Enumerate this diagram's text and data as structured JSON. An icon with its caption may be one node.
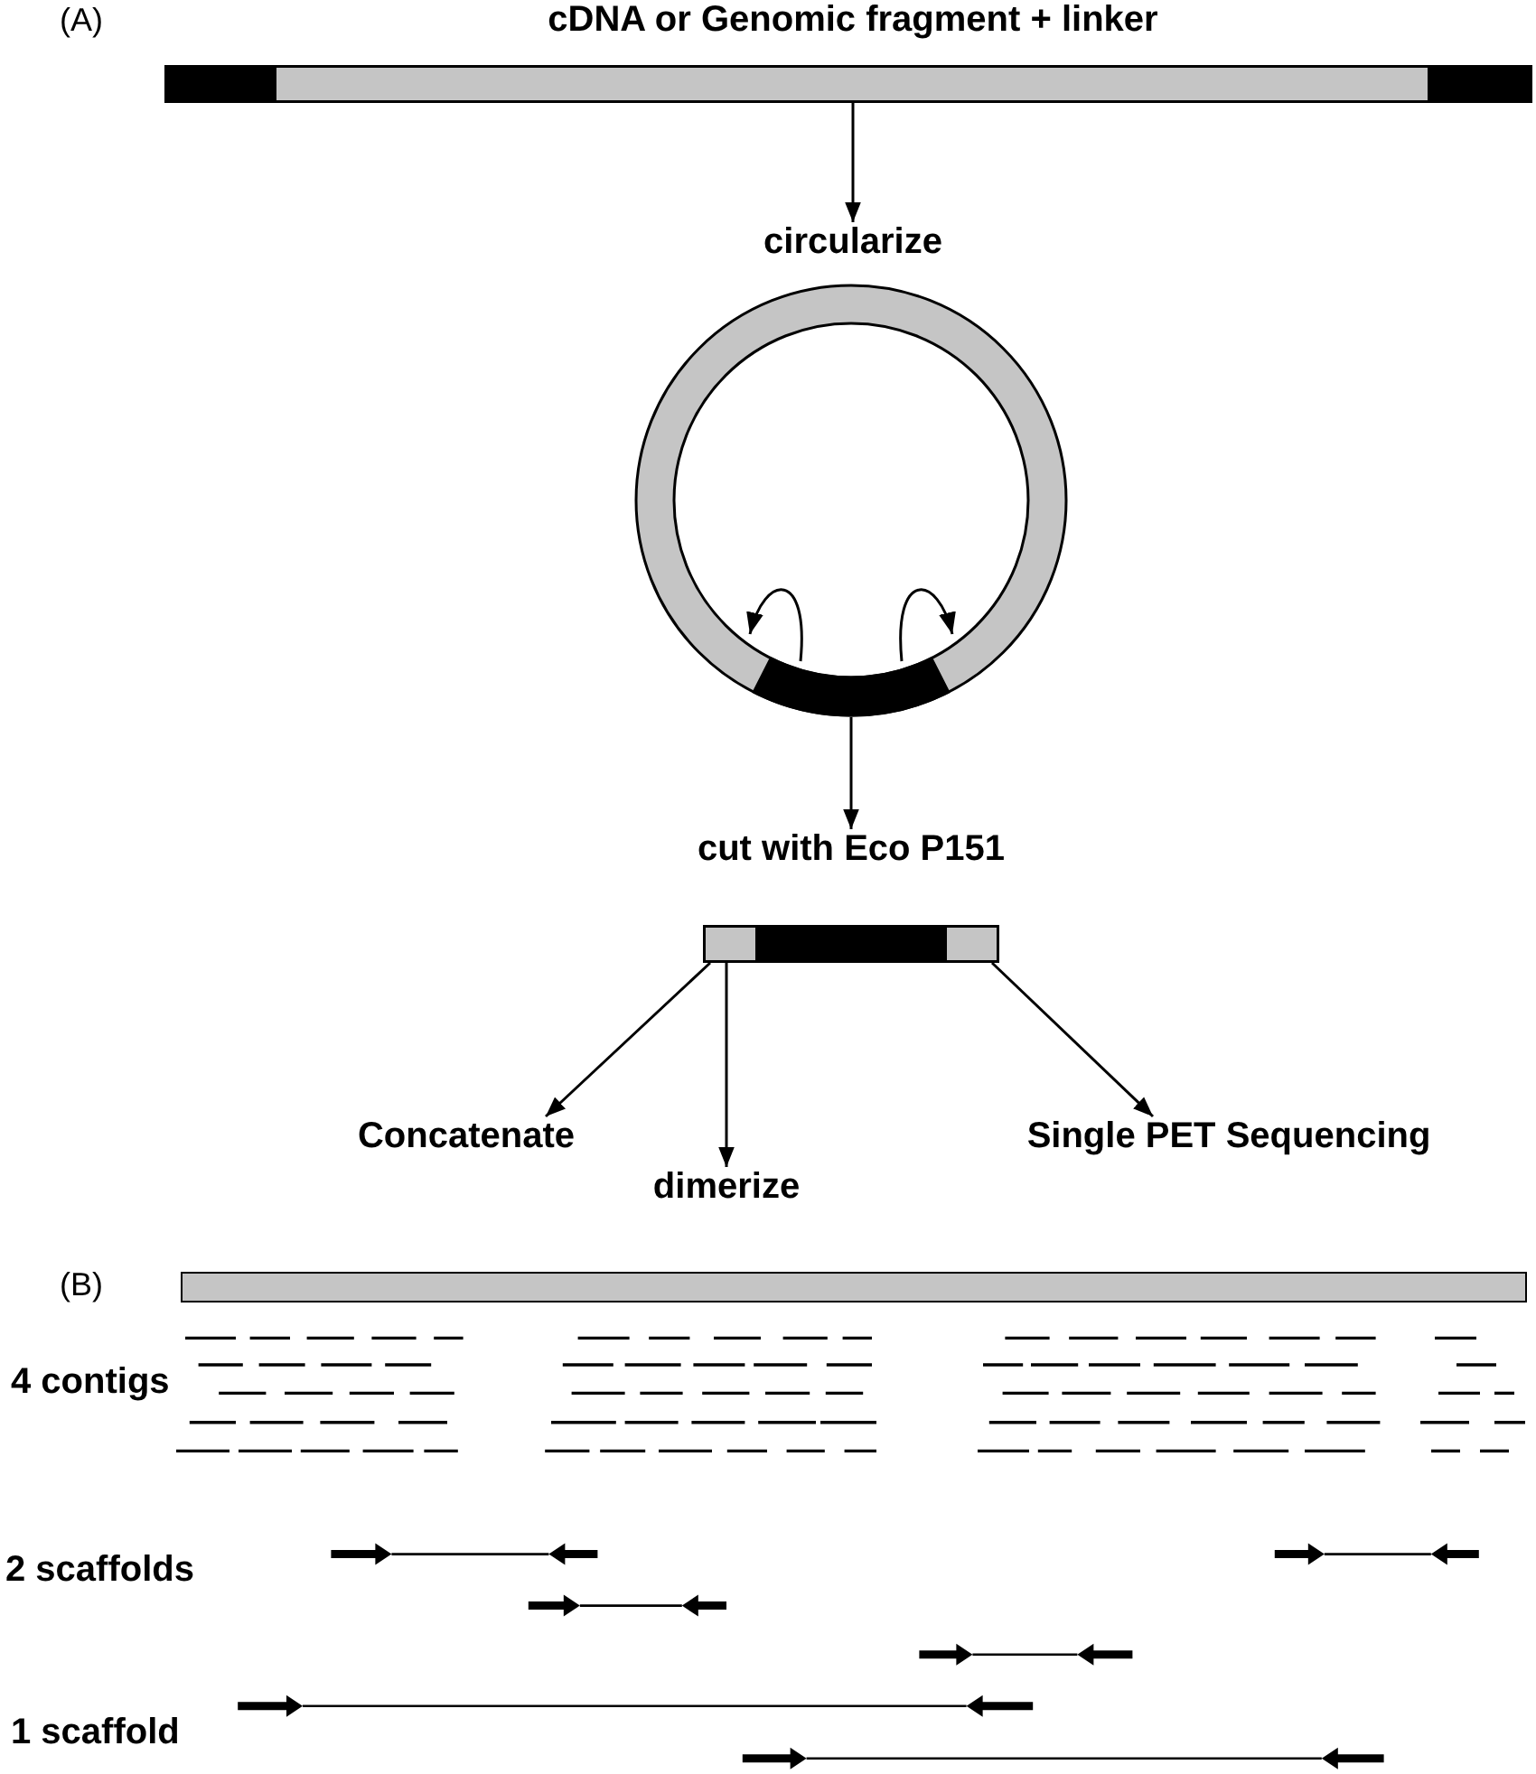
{
  "diagram": {
    "nodes": [
      {
        "text": [
          "cDNA or Genomic fragment + linker"
        ]
      },
      {
        "text": [
          "circularize"
        ]
      },
      {
        "text": [
          "cut with Eco P151"
        ]
      },
      {
        "text": [
          "Concatenate"
        ]
      },
      {
        "text": [
          "dimerize"
        ]
      },
      {
        "text": [
          "Single PET Sequencing"
        ]
      },
      {
        "text": [],
        "shape": "bar"
      }
    ],
    "edges": [
      {
        "from": 0,
        "to": 1,
        "arrow": "to"
      },
      {
        "from": 1,
        "to": 2,
        "arrow": "to"
      },
      {
        "from": 2,
        "to": 3,
        "arrow": "to"
      },
      {
        "from": 2,
        "to": 4,
        "arrow": "to"
      },
      {
        "from": 2,
        "to": 5,
        "arrow": "to"
      }
    ],
    "labels": [
      "(A)",
      "(B)",
      "4 contigs",
      "2 scaffolds",
      "1 scaffold"
    ]
  }
}
